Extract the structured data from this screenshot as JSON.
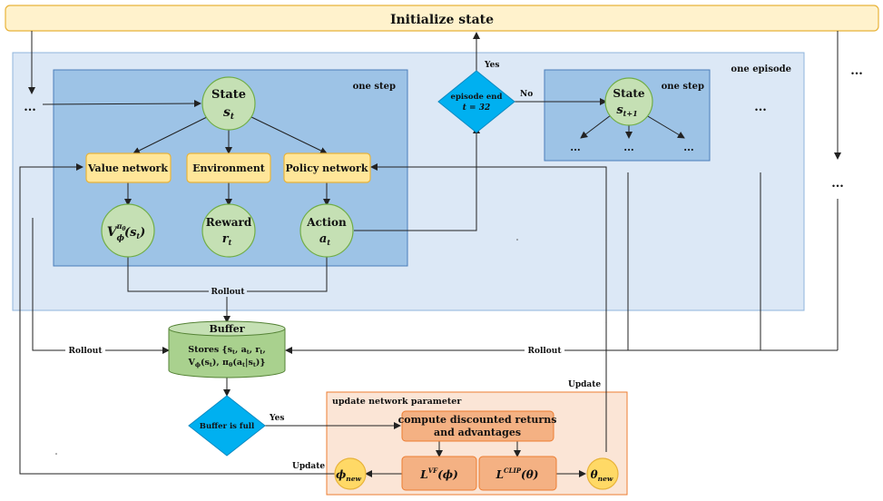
{
  "init_state": "Initialize state",
  "labels": {
    "one_episode": "one episode",
    "one_step": "one step",
    "one_step_2": "one step",
    "update_params": "update network parameter",
    "yes": "Yes",
    "no": "No",
    "yes_buffer": "Yes",
    "rollout_center": "Rollout",
    "rollout_left": "Rollout",
    "rollout_right": "Rollout",
    "update_top": "Update",
    "update_left": "Update",
    "ellipsis": "..."
  },
  "nodes": {
    "state": {
      "title": "State",
      "sub": "s",
      "subscript": "t"
    },
    "state_next": {
      "title": "State",
      "sub": "s",
      "subscript": "t+1"
    },
    "value_network": "Value network",
    "environment": "Environment",
    "policy_network": "Policy network",
    "value": {
      "main": "V",
      "sup": "π",
      "supsub": "θ",
      "sub": "ϕ",
      "arg": "(s",
      "argsub": "t",
      "argend": ")"
    },
    "reward": {
      "title": "Reward",
      "sub": "r",
      "subscript": "t"
    },
    "action": {
      "title": "Action",
      "sub": "a",
      "subscript": "t"
    },
    "episode_end": {
      "line1": "episode end",
      "line2": "t = 32"
    },
    "buffer": {
      "title": "Buffer",
      "line1": "Stores {s",
      "line1b": "t",
      "line1c": ", a",
      "line1d": "t",
      "line1e": ", r",
      "line1f": "t",
      "line1g": ",",
      "line2": "V",
      "line2b": "ϕ",
      "line2c": "(s",
      "line2d": "t",
      "line2e": "), π",
      "line2f": "θ",
      "line2g": "(a",
      "line2h": "t",
      "line2i": "|s",
      "line2j": "t",
      "line2k": ")}"
    },
    "buffer_full": "Buffer is full",
    "compute": {
      "line1": "compute discounted returns",
      "line2": "and advantages"
    },
    "loss_vf": {
      "main": "L",
      "sup": "VF",
      "arg": "(ϕ)"
    },
    "loss_clip": {
      "main": "L",
      "sup": "CLIP",
      "arg": "(θ)"
    },
    "phi_new": {
      "main": "ϕ",
      "sub": "new"
    },
    "theta_new": {
      "main": "θ",
      "sub": "new"
    }
  },
  "colors": {
    "episode_bg": "#dce8f6",
    "step_bg": "#9dc3e6",
    "circle_green": "#c5e0b4",
    "box_yellow": "#ffe699",
    "diamond_blue": "#00b0f0",
    "update_bg": "#fbe5d6",
    "box_orange": "#f4b183",
    "circle_yellow": "#ffd966",
    "buffer_green": "#a9d18e"
  }
}
